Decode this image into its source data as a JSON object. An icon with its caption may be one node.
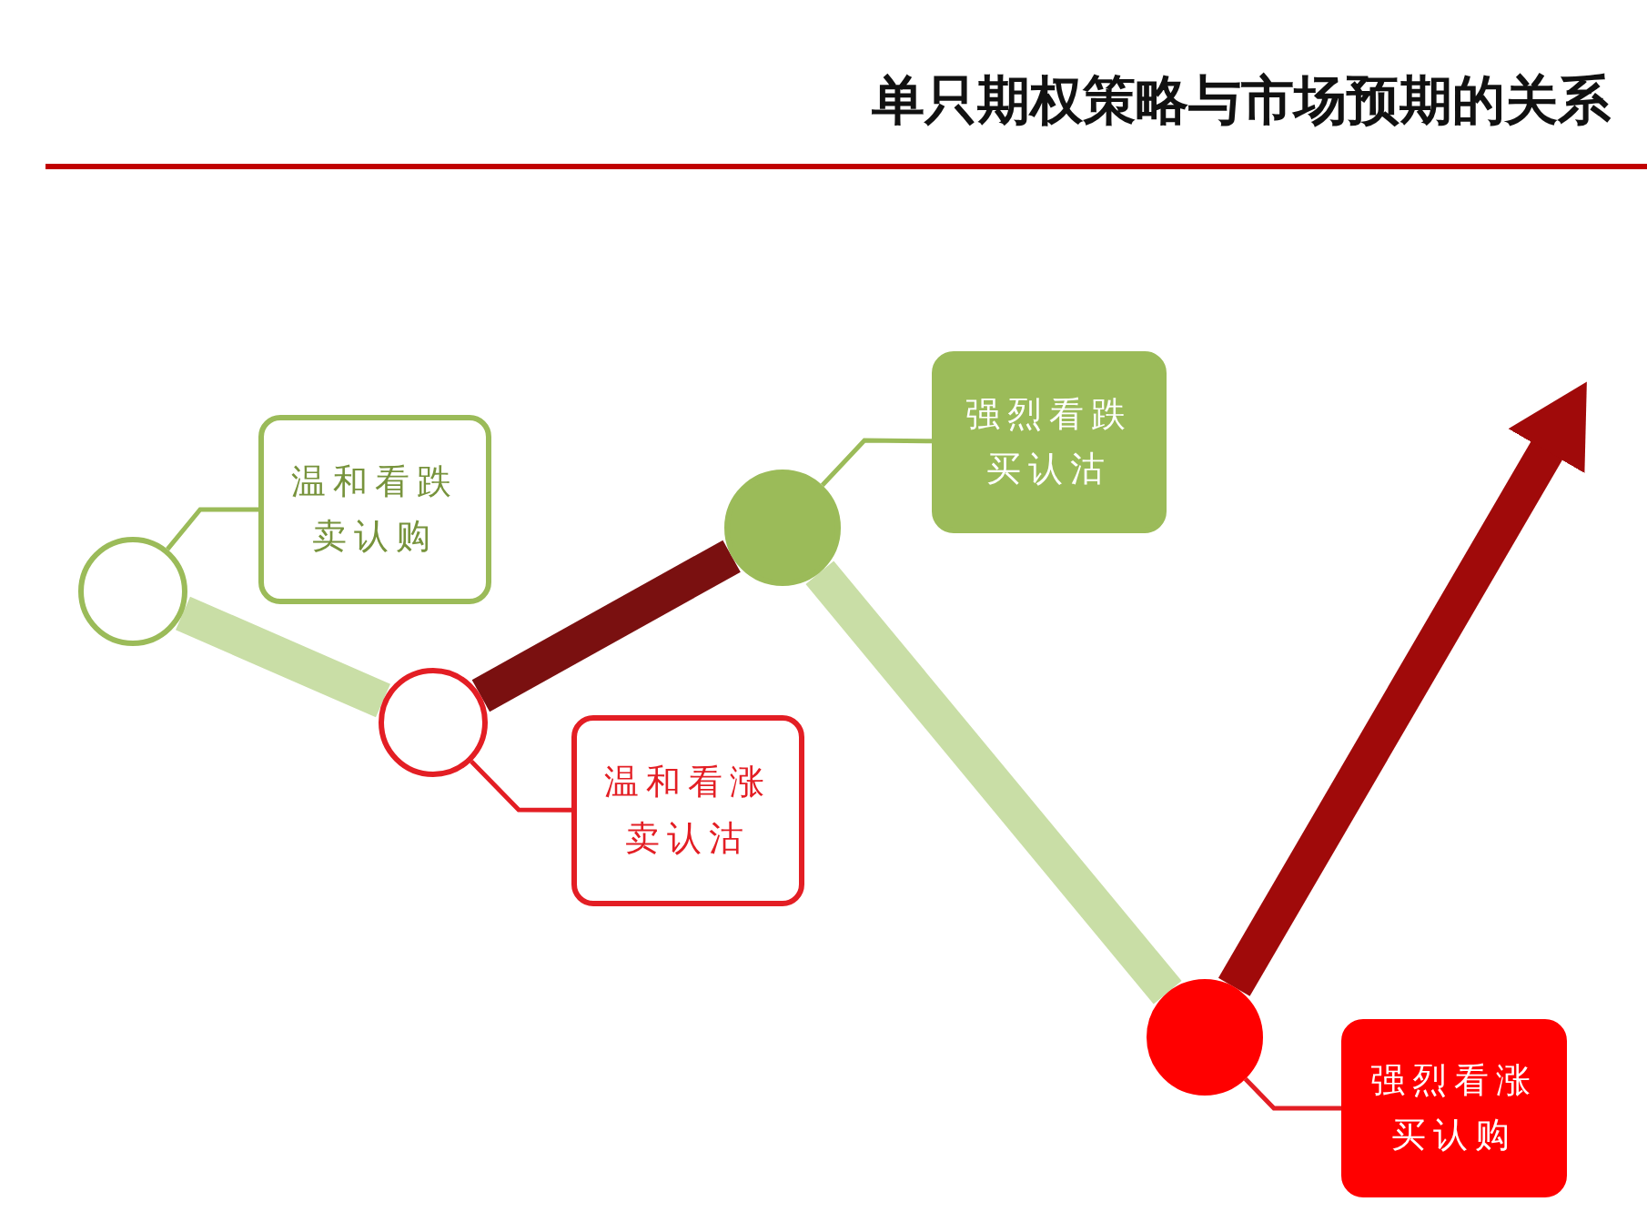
{
  "diagram": {
    "title": "单只期权策略与市场预期的关系",
    "nodes": [
      {
        "text": [],
        "shape": "circle"
      },
      {
        "text": [
          "温和看跌卖认购"
        ]
      },
      {
        "text": [],
        "shape": "circle"
      },
      {
        "text": [
          "温和看涨卖认沽"
        ]
      },
      {
        "text": [],
        "shape": "circle"
      },
      {
        "text": [
          "强烈看跌买认沽"
        ]
      },
      {
        "text": [],
        "shape": "circle"
      },
      {
        "text": [
          "强烈看涨买认购"
        ]
      }
    ],
    "edges": [
      {
        "from": 0,
        "to": 2,
        "arrow": "none",
        "style": "thick",
        "color": "#c9dea6"
      },
      {
        "from": 2,
        "to": 4,
        "arrow": "none",
        "style": "thick",
        "color": "#7a1010"
      },
      {
        "from": 4,
        "to": 6,
        "arrow": "none",
        "style": "thick",
        "color": "#c9dea6"
      },
      {
        "from": 6,
        "to": null,
        "arrow": "to",
        "style": "thick",
        "color": "#a00a0a"
      },
      {
        "from": 1,
        "to": 0,
        "arrow": "none",
        "color": "#9bbb59"
      },
      {
        "from": 3,
        "to": 2,
        "arrow": "none",
        "color": "#e31e24"
      },
      {
        "from": 5,
        "to": 4,
        "arrow": "none",
        "color": "#9bbb59"
      },
      {
        "from": 7,
        "to": 6,
        "arrow": "none",
        "color": "#e31e24"
      }
    ]
  }
}
